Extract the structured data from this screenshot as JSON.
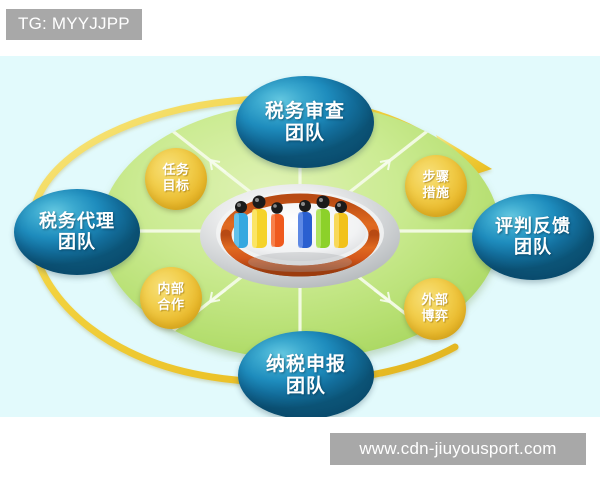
{
  "badge": {
    "label": "TG: MYYJJPP"
  },
  "watermark": {
    "label": "www.cdn-jiuyousport.com"
  },
  "diagram": {
    "title_nodes": [
      {
        "id": "node-top",
        "position": "top",
        "line1": "税务审查",
        "line2": "团队"
      },
      {
        "id": "node-left",
        "position": "left",
        "line1": "税务代理",
        "line2": "团队"
      },
      {
        "id": "node-right",
        "position": "right",
        "line1": "评判反馈",
        "line2": "团队"
      },
      {
        "id": "node-bottom",
        "position": "bottom",
        "line1": "纳税申报",
        "line2": "团队"
      }
    ],
    "sub_nodes": [
      {
        "id": "gold-tl",
        "position": "top-left",
        "line1": "任务",
        "line2": "目标"
      },
      {
        "id": "gold-tr",
        "position": "top-right",
        "line1": "步骤",
        "line2": "措施"
      },
      {
        "id": "gold-bl",
        "position": "bottom-left",
        "line1": "内部",
        "line2": "合作"
      },
      {
        "id": "gold-br",
        "position": "bottom-right",
        "line1": "外部",
        "line2": "博弈"
      }
    ],
    "center_graphic": {
      "name": "team-figures-in-ring",
      "figure_colors": [
        "#35a8e0",
        "#f5d32a",
        "#ef5a1e",
        "#2a5fd0",
        "#8cd12a",
        "#f2c21a"
      ],
      "ring_color": "#d4561a",
      "platter_color": "#cfd2d4"
    },
    "colors": {
      "background": "#e2fafc",
      "disc": "#c2e68a",
      "node_blue": "#1e8cbd",
      "node_gold": "#e9b92c",
      "arrow": "#f0cf3a",
      "badge": "#a8a8a8"
    }
  }
}
